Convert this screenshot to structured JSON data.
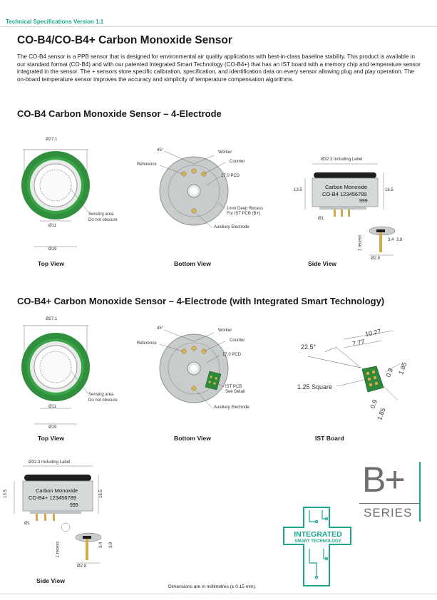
{
  "header": {
    "version": "Technical Specifications Version 1.1"
  },
  "title": "CO-B4/CO-B4+ Carbon Monoxide Sensor",
  "intro": "The CO-B4 sensor is a PPB sensor that is designed for environmental air quality applications with best-in-class baseline stability. This product is available in our standard format (CO-B4) and with our patented Integrated Smart Technology (CO-B4+) that has an IST board with a memory chip and temperature sensor integrated in the sensor. The + sensors store specific calibration, specification, and identification data on every sensor allowing plug and play operation. The on-board temperature sensor improves the accuracy and simplicity of temperature compensation algorithms.",
  "section1": {
    "heading": "CO-B4 Carbon Monoxide Sensor – 4-Electrode",
    "top_view": {
      "caption": "Top View",
      "d_outer": "Ø27.1",
      "d_inner": "Ø11",
      "d_mid": "Ø19",
      "sensing1": "Sensing area",
      "sensing2": "Do not obscure"
    },
    "bottom_view": {
      "caption": "Bottom View",
      "angle": "45°",
      "worker": "Worker",
      "counter": "Counter",
      "reference": "Reference",
      "pcd": "17,0 PCD",
      "recess1": "1mm Deep Recess",
      "recess2": "For IST PCB (B+)",
      "aux": "Auxiliary Electrode"
    },
    "side_view": {
      "caption": "Side View",
      "width": "Ø32.3 Including Label",
      "h1": "13.5",
      "h2": "16.5",
      "pin": "Ø1",
      "label1": "Carbon Monoxide",
      "label2": "CO-B4  123456789",
      "label3": "999",
      "recess": "1 recess",
      "d34": "3.4",
      "d38": "3.8",
      "d28": "Ø2.8"
    }
  },
  "section2": {
    "heading": "CO-B4+ Carbon Monoxide Sensor – 4-Electrode (with Integrated Smart Technology)",
    "top_view": {
      "caption": "Top View",
      "d_outer": "Ø27.1",
      "d_inner": "Ø11",
      "d_mid": "Ø19",
      "sensing1": "Sensing area",
      "sensing2": "Do not obscure"
    },
    "bottom_view": {
      "caption": "Bottom View",
      "angle": "45°",
      "worker": "Worker",
      "counter": "Counter",
      "reference": "Reference",
      "pcd": "17,0 PCD",
      "ist1": "IST PCB",
      "ist2": "See Detail",
      "aux": "Auxiliary Electrode"
    },
    "ist_board": {
      "caption": "IST Board",
      "angle": "22.5°",
      "d1027": "10.27",
      "d777": "7.77",
      "square": "1.25 Square",
      "d09a": "0.9",
      "d185a": "1.85",
      "d09b": "0.9",
      "d185b": "1.85"
    },
    "side_view": {
      "caption": "Side View",
      "width": "Ø32.3 Including Label",
      "h1": "13.5",
      "h2": "16.5",
      "pin": "Ø1",
      "label1": "Carbon Monoxide",
      "label2": "CO-B4+  123456789",
      "label3": "999",
      "recess": "1 recess",
      "d34": "3.4",
      "d38": "3.8",
      "d28": "Ø2.8"
    }
  },
  "badge": {
    "letters": "B+",
    "series": "SERIES"
  },
  "ist_logo": {
    "line1": "INTEGRATED",
    "line2": "SMART TECHNOLOGY"
  },
  "footer": "Dimensions are in millimetres (± 0.15 mm).",
  "colors": {
    "accent": "#1aa58e",
    "ring_green": "#2f8f3c",
    "badge_grey": "#6d6e70"
  }
}
